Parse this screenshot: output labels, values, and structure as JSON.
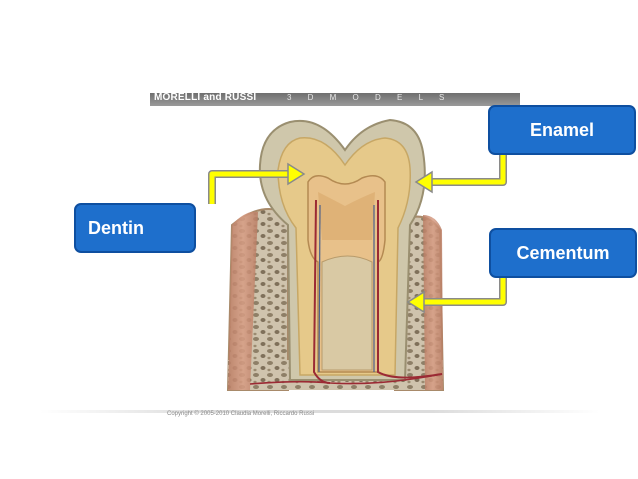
{
  "banner": {
    "brand": "MORELLI and RUSSI",
    "subtitle": "3 D   M O D E L S"
  },
  "copyright": "Copyright © 2005-2010 Claudia Morelli, Riccardo Russi",
  "labels": {
    "enamel": "Enamel",
    "dentin": "Dentin",
    "cementum": "Cementum"
  },
  "colors": {
    "label_fill": "#1e6fcc",
    "arrow_fill": "#ffff00",
    "arrow_outline": "#8a8a8a"
  }
}
